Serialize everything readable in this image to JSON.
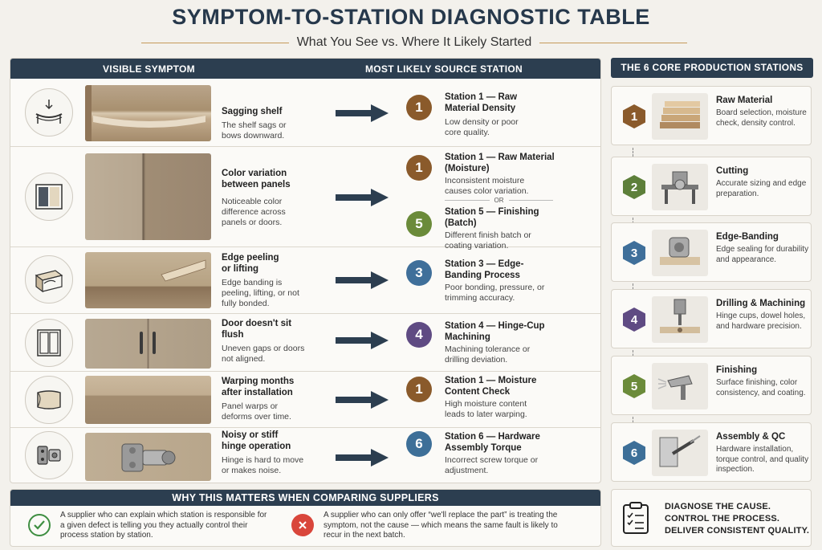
{
  "header": {
    "title": "SYMPTOM-TO-STATION DIAGNOSTIC TABLE",
    "subtitle": "What You See vs. Where It Likely Started"
  },
  "table": {
    "col_symptom": "VISIBLE SYMPTOM",
    "col_source": "MOST LIKELY SOURCE STATION",
    "or_label": "OR",
    "rows": [
      {
        "symptom_title": "Sagging shelf",
        "symptom_desc": "The shelf sags or bows downward.",
        "sources": [
          {
            "num": "1",
            "title": "Station 1 — Raw Material Density",
            "desc": "Low density or poor core quality."
          }
        ]
      },
      {
        "symptom_title": "Color variation between panels",
        "symptom_desc": "Noticeable color difference across panels or doors.",
        "sources": [
          {
            "num": "1",
            "title": "Station 1 — Raw Material (Moisture)",
            "desc": "Inconsistent moisture causes color variation."
          },
          {
            "num": "5",
            "title": "Station 5 — Finishing (Batch)",
            "desc": "Different finish batch or coating variation."
          }
        ]
      },
      {
        "symptom_title": "Edge peeling or lifting",
        "symptom_desc": "Edge banding is peeling, lifting, or not fully bonded.",
        "sources": [
          {
            "num": "3",
            "title": "Station 3 — Edge-Banding Process",
            "desc": "Poor bonding, pressure, or trimming accuracy."
          }
        ]
      },
      {
        "symptom_title": "Door doesn't sit flush",
        "symptom_desc": "Uneven gaps or doors not aligned.",
        "sources": [
          {
            "num": "4",
            "title": "Station 4 — Hinge-Cup Machining",
            "desc": "Machining tolerance or drilling deviation."
          }
        ]
      },
      {
        "symptom_title": "Warping months after installation",
        "symptom_desc": "Panel warps or deforms over time.",
        "sources": [
          {
            "num": "1",
            "title": "Station 1 — Moisture Content Check",
            "desc": "High moisture content leads to later warping."
          }
        ]
      },
      {
        "symptom_title": "Noisy or stiff hinge operation",
        "symptom_desc": "Hinge is hard to move or makes noise.",
        "sources": [
          {
            "num": "6",
            "title": "Station 6 — Hardware Assembly Torque",
            "desc": "Incorrect screw torque or adjustment."
          }
        ]
      }
    ]
  },
  "stations": {
    "header": "THE 6 CORE PRODUCTION STATIONS",
    "items": [
      {
        "num": "1",
        "title": "Raw Material",
        "desc": "Board selection, moisture check, density control."
      },
      {
        "num": "2",
        "title": "Cutting",
        "desc": "Accurate sizing and edge preparation."
      },
      {
        "num": "3",
        "title": "Edge-Banding",
        "desc": "Edge sealing for durability and appearance."
      },
      {
        "num": "4",
        "title": "Drilling & Machining",
        "desc": "Hinge cups, dowel holes, and hardware precision."
      },
      {
        "num": "5",
        "title": "Finishing",
        "desc": "Surface finishing, color consistency, and coating."
      },
      {
        "num": "6",
        "title": "Assembly & QC",
        "desc": "Hardware installation, torque control, and quality inspection."
      }
    ]
  },
  "why": {
    "header": "WHY THIS MATTERS WHEN COMPARING SUPPLIERS",
    "good": "A supplier who can explain which station is responsible for a given defect is telling you they actually control their process station by station.",
    "bad": "A supplier who can only offer “we'll replace the part” is treating the symptom, not the cause — which means the same fault is likely to recur in the next batch."
  },
  "diagnose": {
    "line1": "DIAGNOSE THE CAUSE.",
    "line2": "CONTROL THE PROCESS.",
    "line3": "DELIVER CONSISTENT QUALITY."
  },
  "colors": {
    "navy": "#2c3e50",
    "station1": "#8a5a2b",
    "station2": "#5d7f3a",
    "station3": "#3f6f9a",
    "station4": "#5f4b83",
    "station5": "#6b8b3a",
    "station6": "#3d6f98",
    "check": "#3e8e41",
    "cross": "#d9463b"
  }
}
